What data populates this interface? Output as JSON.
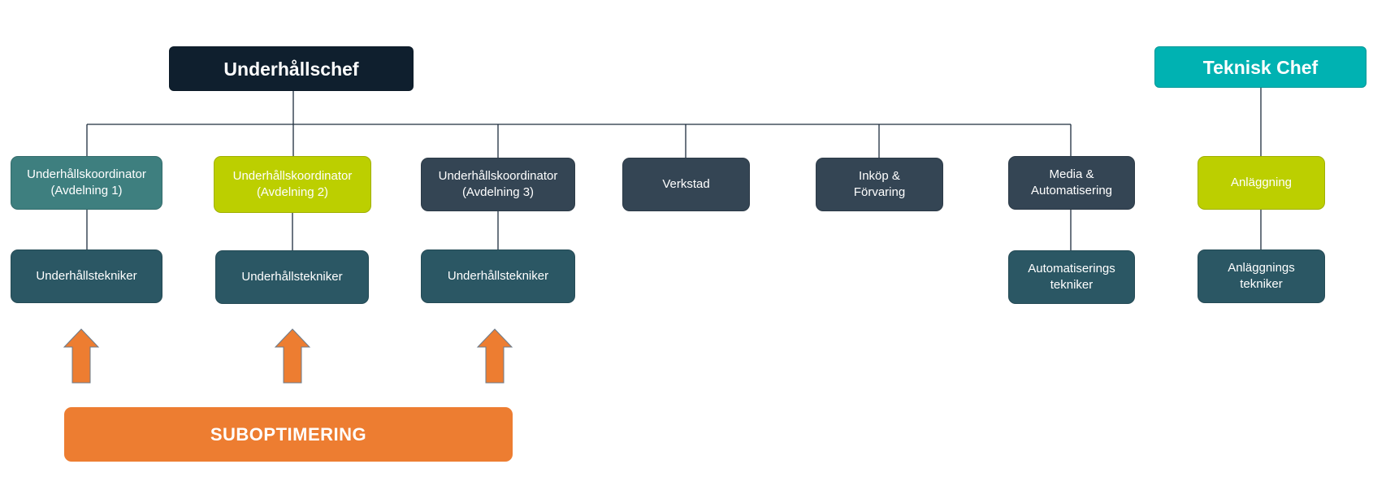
{
  "colors": {
    "navy": "#0f1f2e",
    "aqua": "#00b2b2",
    "teal": "#3e7f7f",
    "lime": "#bccf00",
    "slate": "#344554",
    "tech": "#2b5764",
    "orange": "#ed7d31",
    "line": "#1d2d3d"
  },
  "nodes": {
    "underhallschef": "Underhållschef",
    "teknisk_chef": "Teknisk Chef",
    "koord1_line1": "Underhållskoordinator",
    "koord1_line2": "(Avdelning 1)",
    "koord2_line1": "Underhållskoordinator",
    "koord2_line2": "(Avdelning 2)",
    "koord3_line1": "Underhållskoordinator",
    "koord3_line2": "(Avdelning 3)",
    "verkstad": "Verkstad",
    "inkop_line1": "Inköp &",
    "inkop_line2": "Förvaring",
    "media_line1": "Media &",
    "media_line2": "Automatisering",
    "anlaggning": "Anläggning",
    "tekniker1": "Underhållstekniker",
    "tekniker2": "Underhållstekniker",
    "tekniker3": "Underhållstekniker",
    "auto_tekniker_line1": "Automatiserings",
    "auto_tekniker_line2": "tekniker",
    "anl_tekniker_line1": "Anläggnings",
    "anl_tekniker_line2": "tekniker",
    "suboptimering": "SUBOPTIMERING"
  },
  "icons": {
    "pressure_arrow": "up-arrow-icon"
  }
}
